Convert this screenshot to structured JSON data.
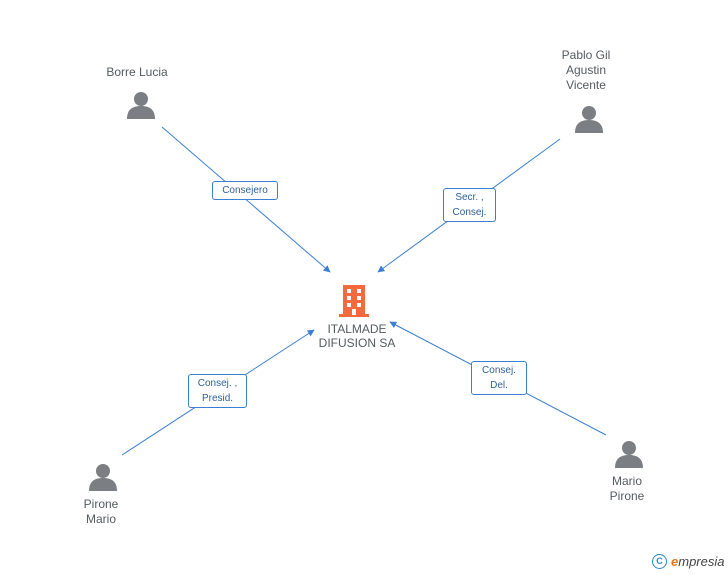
{
  "company": {
    "name": "ITALMADE\nDIFUSION SA",
    "color": "#f26a3d"
  },
  "people": [
    {
      "id": "borre-lucia",
      "name": "Borre Lucia"
    },
    {
      "id": "pablo-gil",
      "name": "Pablo Gil\nAgustin\nVicente"
    },
    {
      "id": "pirone-mario",
      "name": "Pirone\nMario"
    },
    {
      "id": "mario-pirone",
      "name": "Mario\nPirone"
    }
  ],
  "roles": [
    {
      "person": "borre-lucia",
      "label": "Consejero"
    },
    {
      "person": "pablo-gil",
      "label": "Secr. ,\nConsej."
    },
    {
      "person": "pirone-mario",
      "label": "Consej. ,\nPresid."
    },
    {
      "person": "mario-pirone",
      "label": "Consej.\nDel."
    }
  ],
  "colors": {
    "edge": "#3a7fd1",
    "person_icon": "#7b7f84"
  },
  "brand": {
    "copyright_symbol": "C",
    "name_first": "e",
    "name_rest": "mpresia"
  }
}
